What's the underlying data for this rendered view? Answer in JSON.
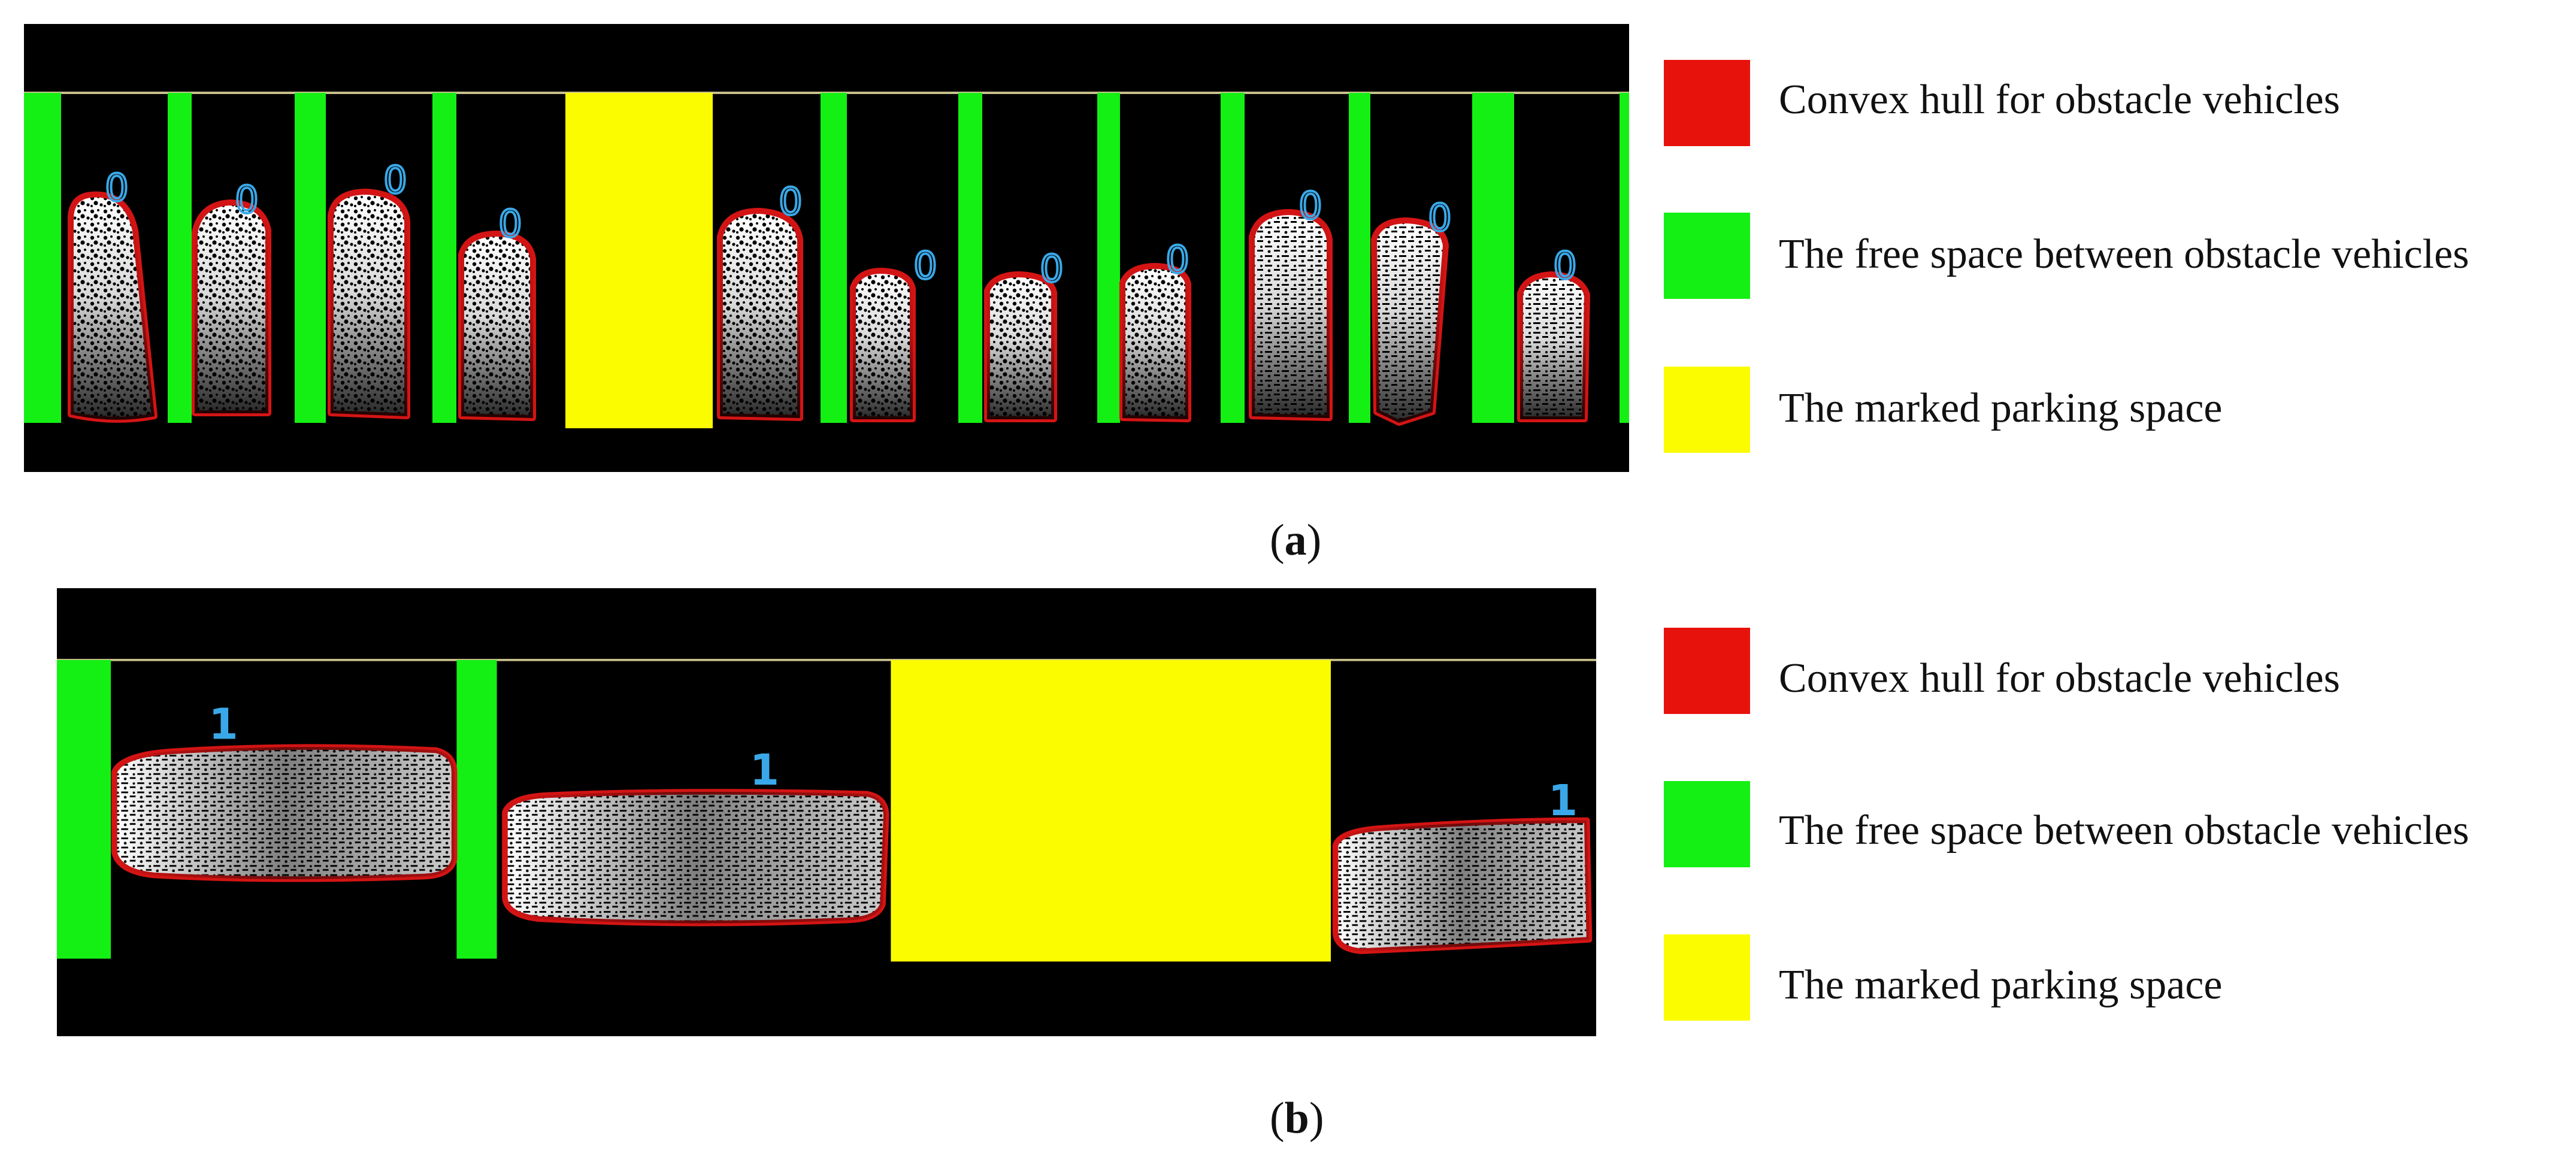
{
  "figure": {
    "panels": [
      {
        "id": "a",
        "caption_open": "(",
        "caption_letter": "a",
        "caption_close": ")",
        "vehicle_labels": [
          "0",
          "0",
          "0",
          "0",
          "0",
          "0",
          "0",
          "0",
          "0",
          "0",
          "0"
        ],
        "legend": [
          {
            "label": "Convex hull for obstacle vehicles",
            "color": "#e8120c"
          },
          {
            "label": "The free space between obstacle vehicles",
            "color": "#14f014"
          },
          {
            "label": "The marked parking space",
            "color": "#fcfc00"
          }
        ]
      },
      {
        "id": "b",
        "caption_open": "(",
        "caption_letter": "b",
        "caption_close": ")",
        "vehicle_labels": [
          "1",
          "1",
          "1"
        ],
        "legend": [
          {
            "label": "Convex hull for obstacle vehicles",
            "color": "#e8120c"
          },
          {
            "label": "The free space between obstacle vehicles",
            "color": "#14f014"
          },
          {
            "label": "The marked parking space",
            "color": "#fcfc00"
          }
        ]
      }
    ],
    "colors": {
      "background": "#000000",
      "convex_hull": "#d41414",
      "free_space": "#14f014",
      "parking_space": "#fcfc00",
      "boundary_line": "#c8c08c",
      "vehicle_body": "#ffffff",
      "vehicle_label": "#3aa8e8"
    }
  }
}
